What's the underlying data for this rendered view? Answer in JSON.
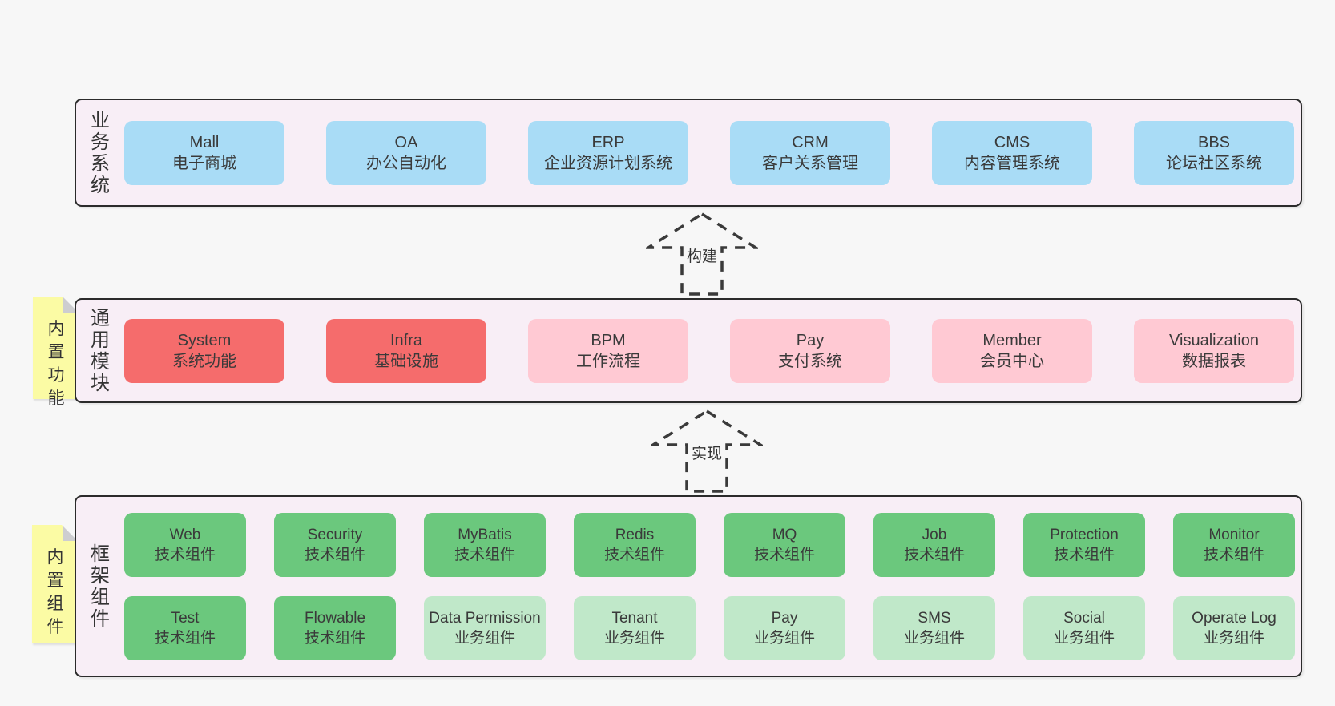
{
  "colors": {
    "page_bg": "#f7f7f7",
    "band_bg": "#f8eef6",
    "band_border": "#2b2b2b",
    "text": "#3a3a3a",
    "blue": "#a9dcf6",
    "red": "#f56c6c",
    "pink": "#ffc9d3",
    "green": "#6bc87d",
    "light_green": "#c0e8c9",
    "note_yellow": "#fbfba4",
    "note_fold": "#cdcdd0"
  },
  "arrows": [
    {
      "label": "构建"
    },
    {
      "label": "实现"
    }
  ],
  "bands": [
    {
      "id": "business-systems",
      "label": "业务系统",
      "note": "",
      "rows": [
        [
          {
            "title": "Mall",
            "subtitle": "电子商城",
            "type": "blue"
          },
          {
            "title": "OA",
            "subtitle": "办公自动化",
            "type": "blue"
          },
          {
            "title": "ERP",
            "subtitle": "企业资源计划系统",
            "type": "blue"
          },
          {
            "title": "CRM",
            "subtitle": "客户关系管理",
            "type": "blue"
          },
          {
            "title": "CMS",
            "subtitle": "内容管理系统",
            "type": "blue"
          },
          {
            "title": "BBS",
            "subtitle": "论坛社区系统",
            "type": "blue"
          }
        ]
      ]
    },
    {
      "id": "common-modules",
      "label": "通用模块",
      "note": "内置功能",
      "rows": [
        [
          {
            "title": "System",
            "subtitle": "系统功能",
            "type": "red"
          },
          {
            "title": "Infra",
            "subtitle": "基础设施",
            "type": "red"
          },
          {
            "title": "BPM",
            "subtitle": "工作流程",
            "type": "pink"
          },
          {
            "title": "Pay",
            "subtitle": "支付系统",
            "type": "pink"
          },
          {
            "title": "Member",
            "subtitle": "会员中心",
            "type": "pink"
          },
          {
            "title": "Visualization",
            "subtitle": "数据报表",
            "type": "pink"
          }
        ]
      ]
    },
    {
      "id": "framework-components",
      "label": "框架组件",
      "note": "内置组件",
      "rows": [
        [
          {
            "title": "Web",
            "subtitle": "技术组件",
            "type": "green"
          },
          {
            "title": "Security",
            "subtitle": "技术组件",
            "type": "green"
          },
          {
            "title": "MyBatis",
            "subtitle": "技术组件",
            "type": "green"
          },
          {
            "title": "Redis",
            "subtitle": "技术组件",
            "type": "green"
          },
          {
            "title": "MQ",
            "subtitle": "技术组件",
            "type": "green"
          },
          {
            "title": "Job",
            "subtitle": "技术组件",
            "type": "green"
          },
          {
            "title": "Protection",
            "subtitle": "技术组件",
            "type": "green"
          },
          {
            "title": "Monitor",
            "subtitle": "技术组件",
            "type": "green"
          }
        ],
        [
          {
            "title": "Test",
            "subtitle": "技术组件",
            "type": "green"
          },
          {
            "title": "Flowable",
            "subtitle": "技术组件",
            "type": "green"
          },
          {
            "title": "Data Permission",
            "subtitle": "业务组件",
            "type": "light_green"
          },
          {
            "title": "Tenant",
            "subtitle": "业务组件",
            "type": "light_green"
          },
          {
            "title": "Pay",
            "subtitle": "业务组件",
            "type": "light_green"
          },
          {
            "title": "SMS",
            "subtitle": "业务组件",
            "type": "light_green"
          },
          {
            "title": "Social",
            "subtitle": "业务组件",
            "type": "light_green"
          },
          {
            "title": "Operate Log",
            "subtitle": "业务组件",
            "type": "light_green"
          }
        ]
      ]
    }
  ]
}
